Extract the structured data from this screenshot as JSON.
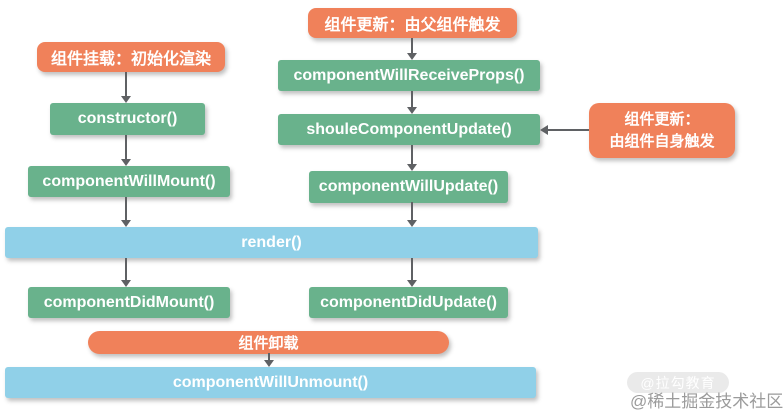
{
  "nodes": {
    "mount_label": "组件挂载：初始化渲染",
    "constructor": "constructor()",
    "will_mount": "componentWillMount()",
    "render": "render()",
    "did_mount": "componentDidMount()",
    "parent_update_label": "组件更新：由父组件触发",
    "will_receive_props": "componentWillReceiveProps()",
    "should_update": "shouleComponentUpdate()",
    "will_update": "componentWillUpdate()",
    "did_update": "componentDidUpdate()",
    "self_update_line1": "组件更新：",
    "self_update_line2": "由组件自身触发",
    "unmount_label": "组件卸载",
    "will_unmount": "componentWillUnmount()"
  },
  "watermarks": {
    "badge": "@拉勾教育",
    "community": "@稀土掘金技术社区"
  },
  "colors": {
    "bg": "#ffffff",
    "green": "#69b28c",
    "orange": "#f0815a",
    "blue": "#90d0e8",
    "arrow": "#5f6164",
    "text": "#ffffff",
    "watermark_text": "#9b9b9b",
    "watermark_badge_bg": "#d9d9d9"
  }
}
